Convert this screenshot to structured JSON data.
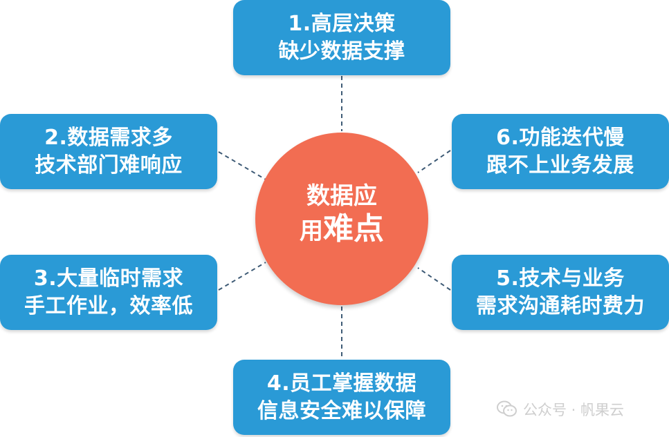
{
  "center": {
    "line1": "数据应",
    "line2_small": "用",
    "line2_large": "难点"
  },
  "nodes": [
    {
      "id": "1",
      "line1": "1.高层决策",
      "line2": "缺少数据支撑"
    },
    {
      "id": "2",
      "line1": "2.数据需求多",
      "line2": "技术部门难响应"
    },
    {
      "id": "3",
      "line1": "3.大量临时需求",
      "line2": "手工作业，效率低"
    },
    {
      "id": "4",
      "line1": "4.员工掌握数据",
      "line2": "信息安全难以保障"
    },
    {
      "id": "5",
      "line1": "5.技术与业务",
      "line2": "需求沟通耗时费力"
    },
    {
      "id": "6",
      "line1": "6.功能迭代慢",
      "line2": "跟不上业务发展"
    }
  ],
  "watermark": {
    "text": "公众号 · 帆果云",
    "icon": "wechat-icon"
  },
  "colors": {
    "box": "#2a9ad6",
    "center": "#f26d52",
    "connector": "#3d5a75"
  }
}
